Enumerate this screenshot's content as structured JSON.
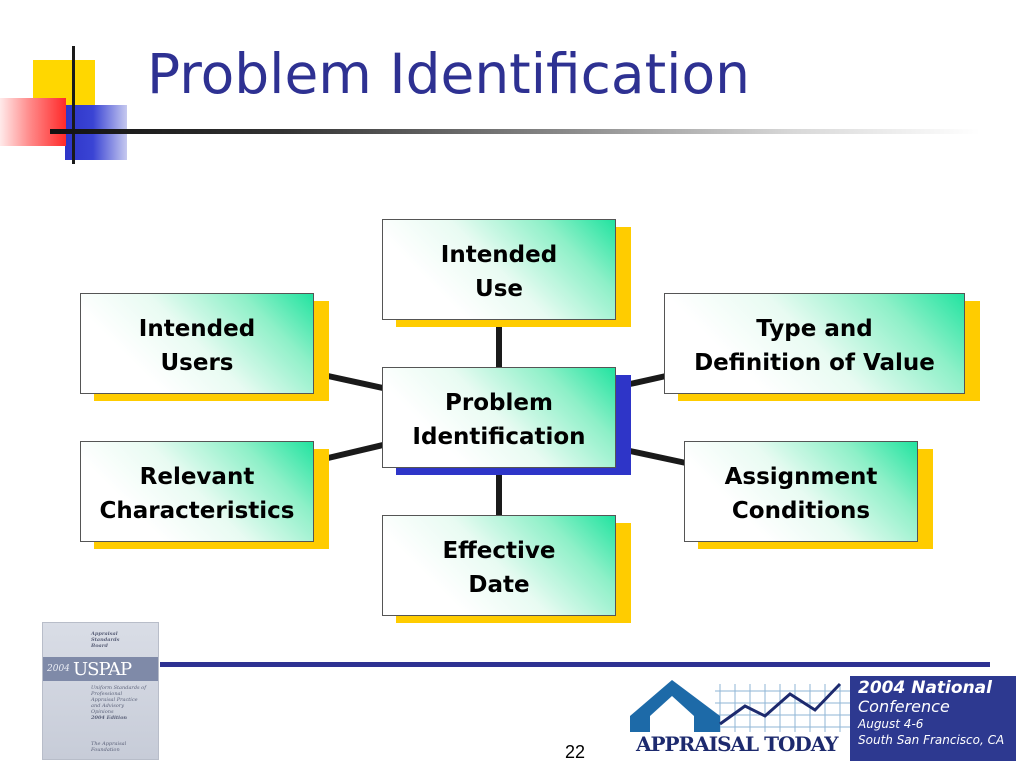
{
  "slide": {
    "title": "Problem Identification",
    "page_number": "22"
  },
  "diagram": {
    "center": "Problem\nIdentification",
    "nodes": {
      "intended_use": "Intended\nUse",
      "intended_users": "Intended\nUsers",
      "type_and_definition_of_value": "Type and\nDefinition of Value",
      "relevant_characteristics": "Relevant\nCharacteristics",
      "assignment_conditions": "Assignment\nConditions",
      "effective_date": "Effective\nDate"
    }
  },
  "footer": {
    "uspap_cover": {
      "year": "2004",
      "name": "USPAP",
      "header": "Appraisal Standards Board",
      "subtitle": "Uniform Standards of Professional Appraisal Practice and Advisory Opinions",
      "edition": "2004 Edition",
      "publisher": "The Appraisal Foundation"
    },
    "banner": {
      "brand": "APPRAISAL TODAY",
      "event": "2004 National",
      "event_2": "Conference",
      "dates": "August 4-6",
      "location": "South San Francisco, CA"
    }
  },
  "colors": {
    "title": "#2e3192",
    "box_shadow": "#ffcc00",
    "center_shadow": "#2e35c8",
    "box_gradient": "#22e3a0",
    "connector": "#1a1a1a",
    "accent_red": "#ff3b3b",
    "accent_yellow": "#ffd700",
    "accent_blue": "#2e35c8"
  }
}
